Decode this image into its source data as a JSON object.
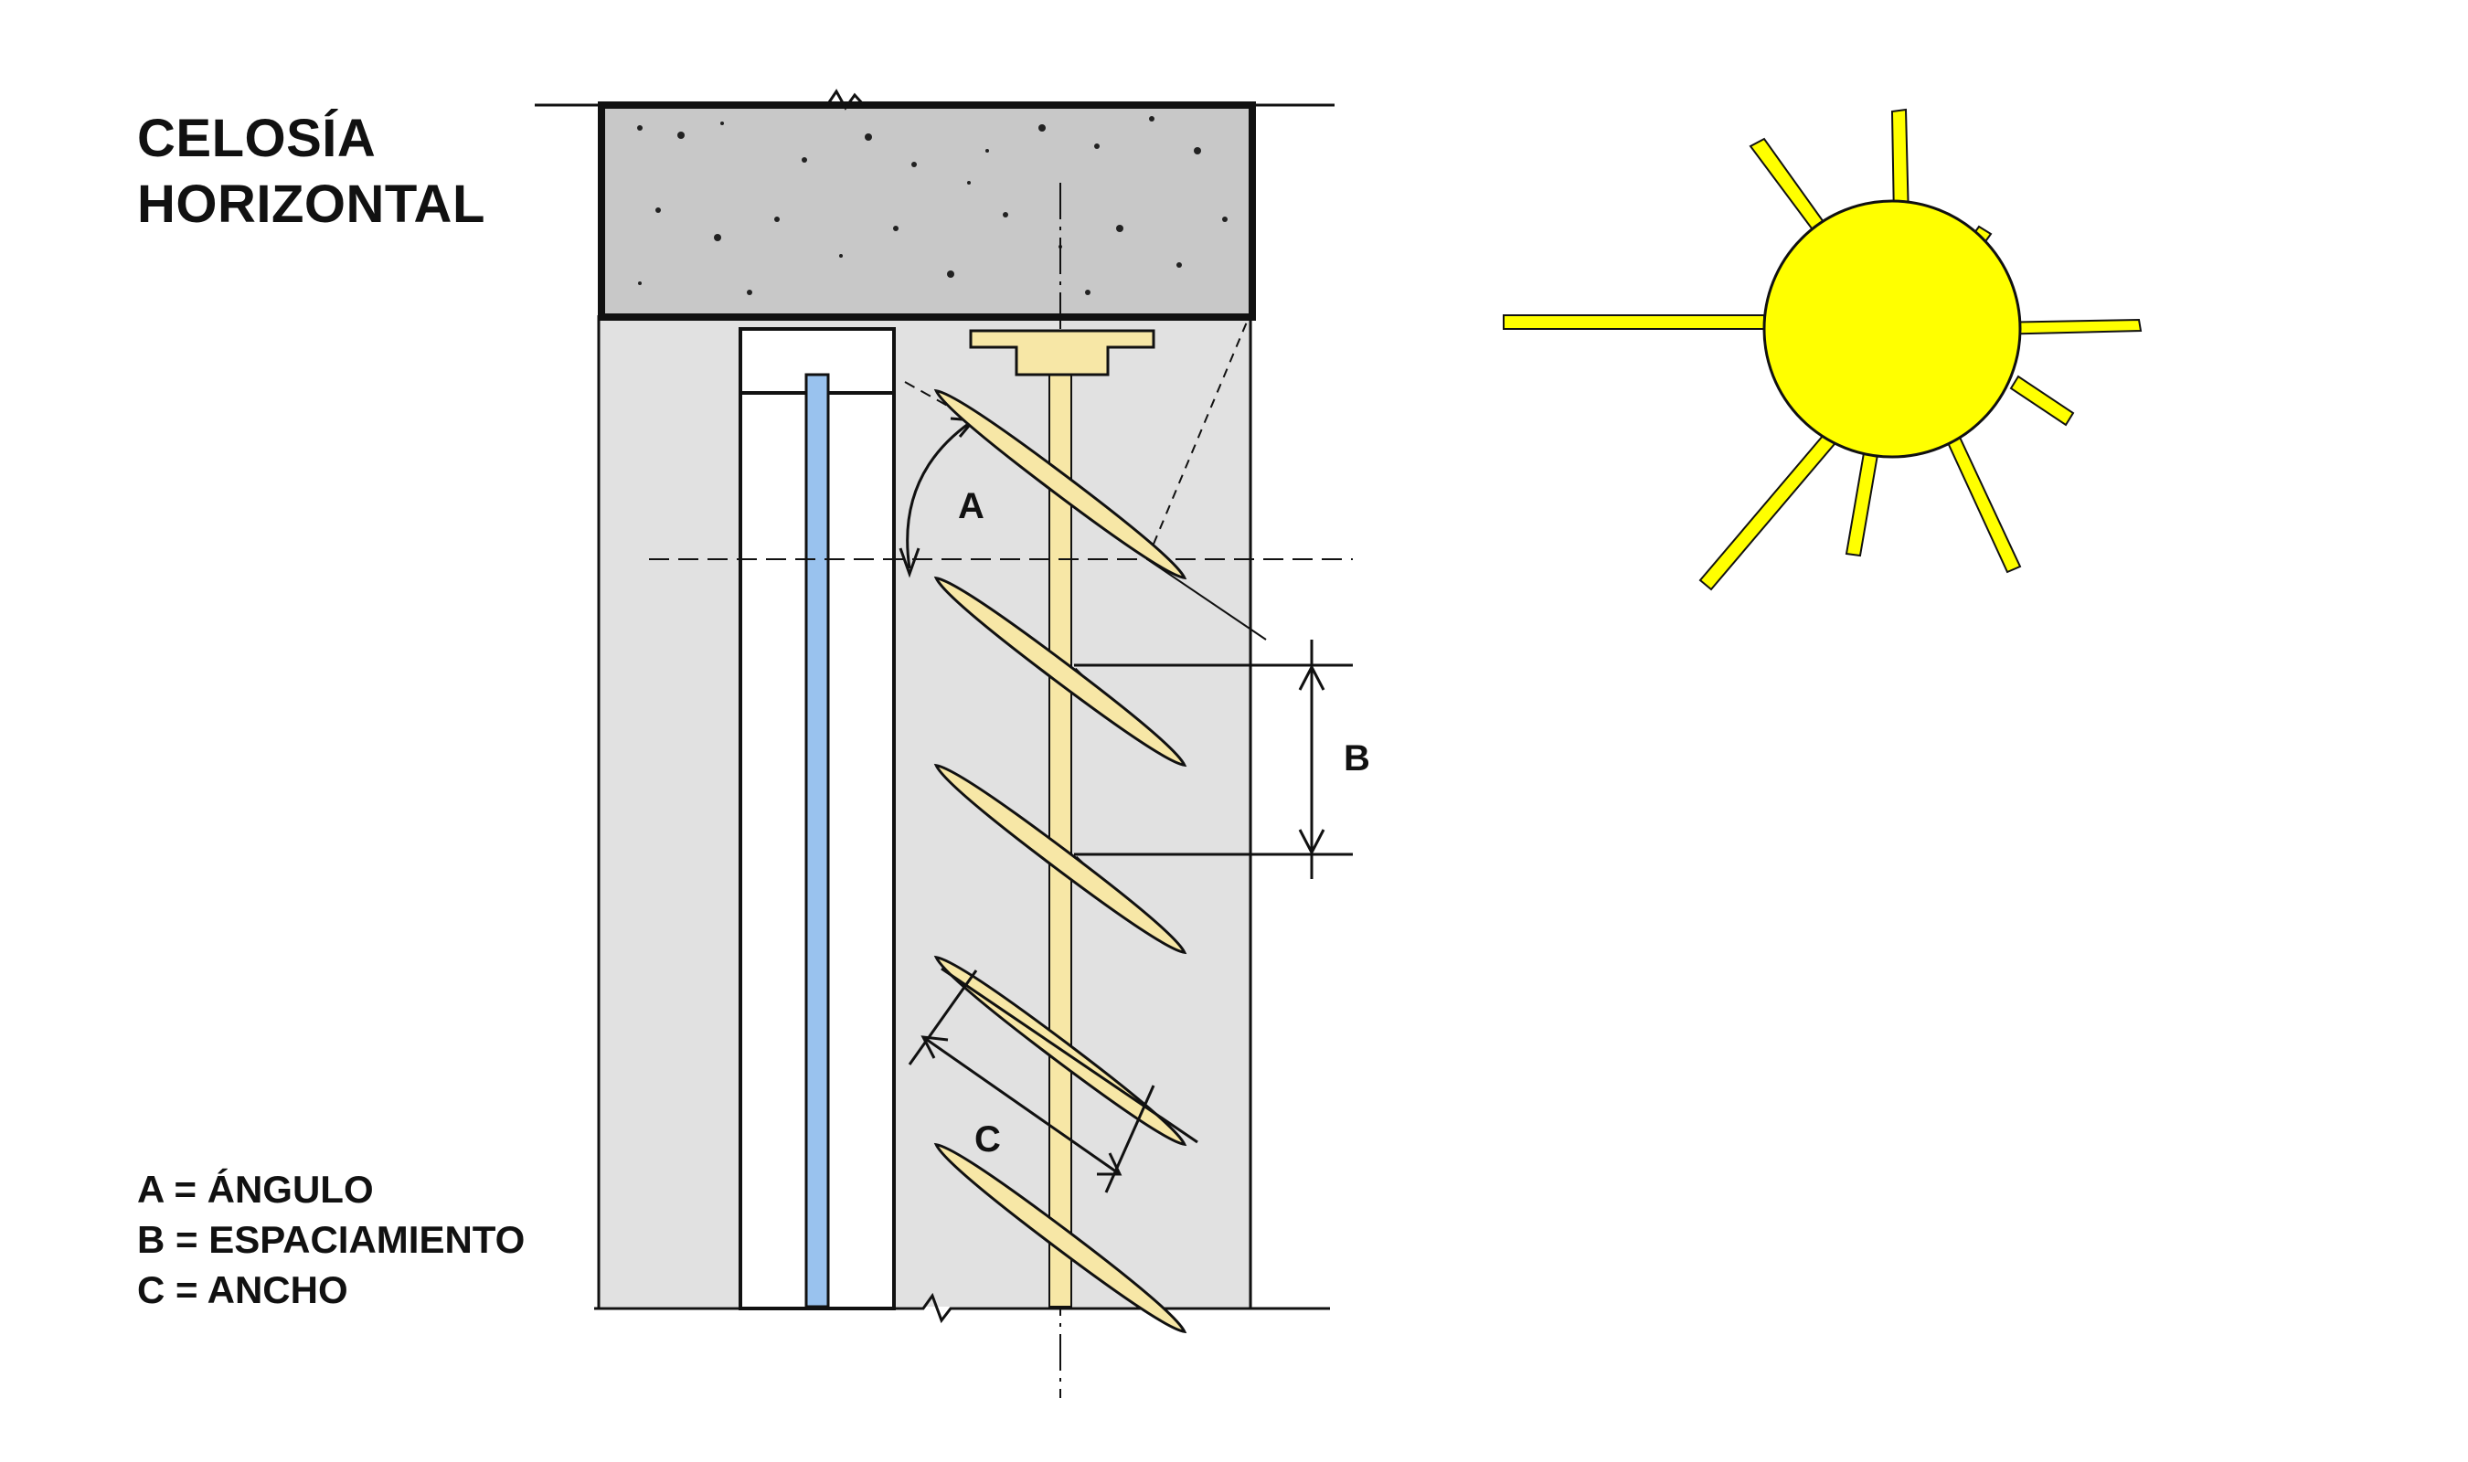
{
  "title": {
    "line1": "CELOSÍA",
    "line2": "HORIZONTAL"
  },
  "labels": {
    "angle": "A",
    "spacing": "B",
    "width": "C"
  },
  "legend": {
    "a": "A = ÁNGULO",
    "b": "B = ESPACIAMIENTO",
    "c": "C = ANCHO"
  },
  "colors": {
    "sun": "#ffff00",
    "slat": "#f7e7a6",
    "glass": "#99c2ee",
    "concrete": "#c8c8c8",
    "wall": "#e1e1e1",
    "line": "#111111"
  },
  "louver": {
    "slat_count": 5
  }
}
